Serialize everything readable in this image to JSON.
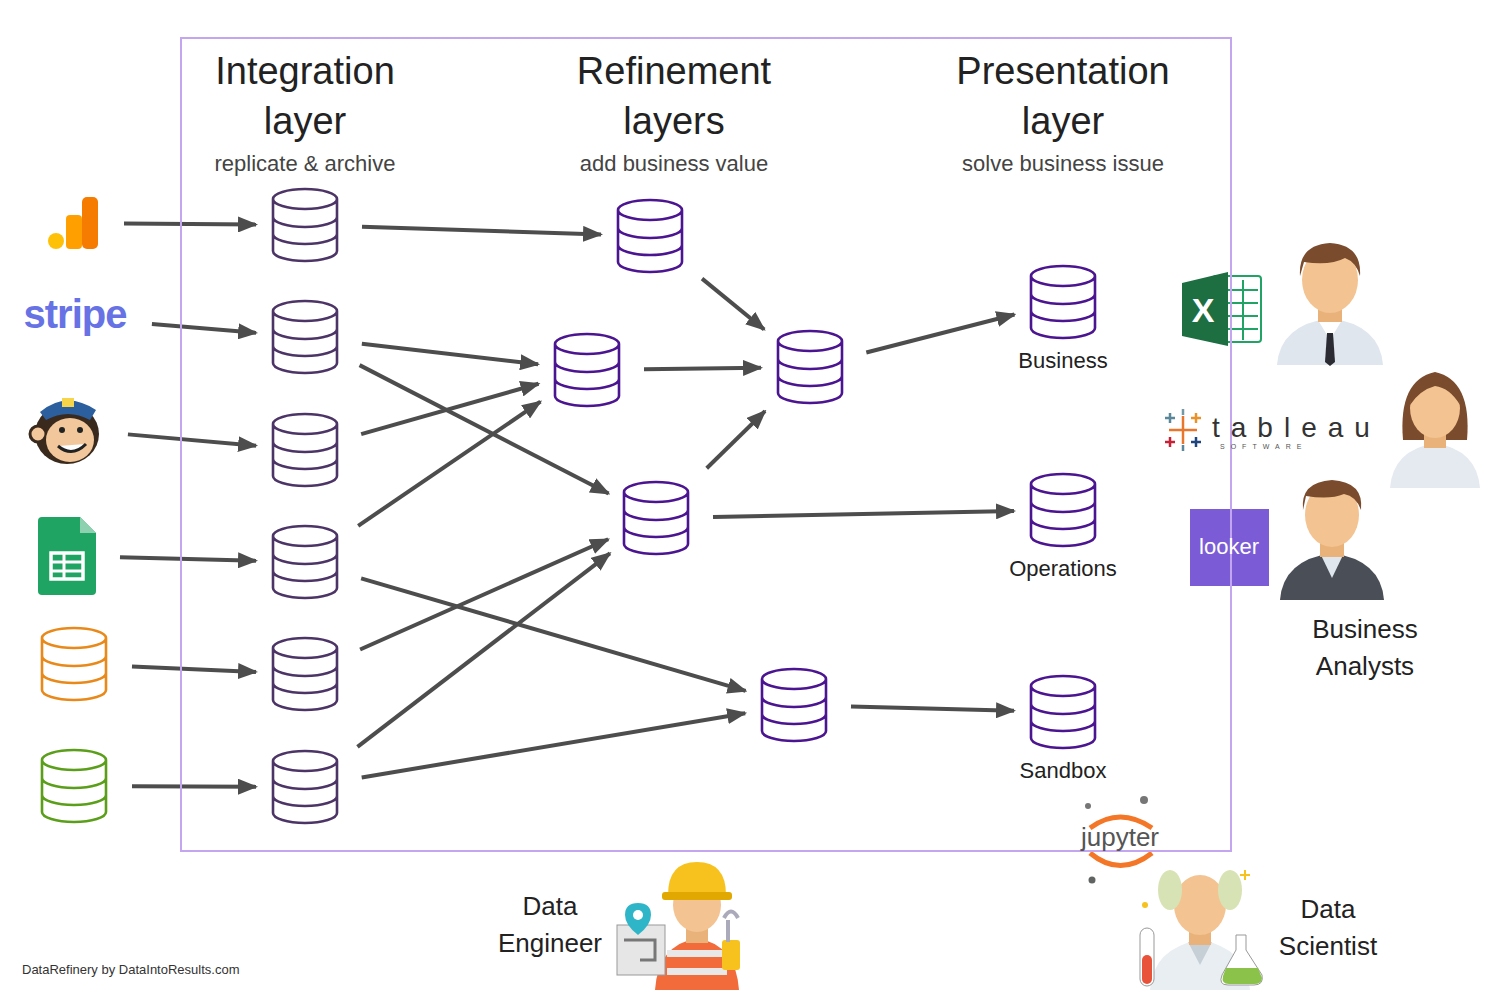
{
  "diagram": {
    "nodes": [
      {
        "text": [
          "Integration layer",
          "replicate & archive",
          "Refinement layers",
          "add business value",
          "Presentation layer",
          "solve business issue"
        ]
      },
      {
        "text": []
      },
      {
        "text": [
          "stripe"
        ]
      },
      {
        "text": []
      },
      {
        "text": []
      },
      {
        "text": []
      },
      {
        "text": []
      },
      {
        "text": [],
        "in": 0
      },
      {
        "text": [],
        "in": 0
      },
      {
        "text": [],
        "in": 0
      },
      {
        "text": [],
        "in": 0
      },
      {
        "text": [],
        "in": 0
      },
      {
        "text": [],
        "in": 0
      },
      {
        "text": [],
        "in": 0
      },
      {
        "text": [],
        "in": 0
      },
      {
        "text": [],
        "in": 0
      },
      {
        "text": [],
        "in": 0
      },
      {
        "text": [],
        "in": 0
      },
      {
        "text": [
          "Business"
        ],
        "in": 0
      },
      {
        "text": [
          "Operations"
        ],
        "in": 0
      },
      {
        "text": [
          "Sandbox"
        ],
        "in": 0
      }
    ],
    "edges": [
      {
        "from": 1,
        "to": 7,
        "arrow": "to"
      },
      {
        "from": 2,
        "to": 8,
        "arrow": "to"
      },
      {
        "from": 3,
        "to": 9,
        "arrow": "to"
      },
      {
        "from": 4,
        "to": 10,
        "arrow": "to"
      },
      {
        "from": 5,
        "to": 11,
        "arrow": "to"
      },
      {
        "from": 6,
        "to": 12,
        "arrow": "to"
      },
      {
        "from": 7,
        "to": 13,
        "arrow": "to"
      },
      {
        "from": 8,
        "to": 14,
        "arrow": "to"
      },
      {
        "from": 8,
        "to": 15,
        "arrow": "to"
      },
      {
        "from": 9,
        "to": 14,
        "arrow": "to"
      },
      {
        "from": 10,
        "to": 14,
        "arrow": "to"
      },
      {
        "from": 10,
        "to": 17,
        "arrow": "to"
      },
      {
        "from": 11,
        "to": 15,
        "arrow": "to"
      },
      {
        "from": 12,
        "to": 15,
        "arrow": "to"
      },
      {
        "from": 12,
        "to": 17,
        "arrow": "to"
      },
      {
        "from": 13,
        "to": 16,
        "arrow": "to"
      },
      {
        "from": 14,
        "to": 16,
        "arrow": "to"
      },
      {
        "from": 15,
        "to": 16,
        "arrow": "to"
      },
      {
        "from": 15,
        "to": 19,
        "arrow": "to"
      },
      {
        "from": 16,
        "to": 18,
        "arrow": "to"
      },
      {
        "from": 17,
        "to": 20,
        "arrow": "to"
      }
    ],
    "labels": [
      "X",
      "tableau",
      "SOFTWARE",
      "looker",
      "Business Analysts",
      "jupyter",
      "Data Engineer",
      "Data Scientist",
      "DataRefinery by DataIntoResults.com"
    ]
  }
}
